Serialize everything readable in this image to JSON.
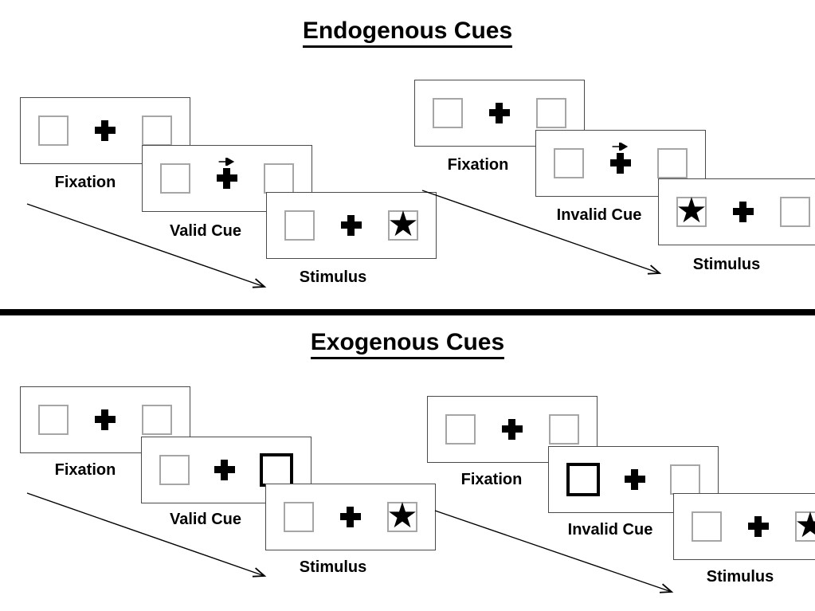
{
  "sections": [
    {
      "id": "endogenous",
      "title": "Endogenous Cues",
      "groups": [
        {
          "id": "valid",
          "cue_type": "central-arrow",
          "panels": [
            {
              "label": "Fixation",
              "content": "two empty boxes with central fixation cross"
            },
            {
              "label": "Valid Cue",
              "content": "rightward arrow above fixation cross"
            },
            {
              "label": "Stimulus",
              "content": "star target in right box"
            }
          ]
        },
        {
          "id": "invalid",
          "cue_type": "central-arrow",
          "panels": [
            {
              "label": "Fixation",
              "content": "two empty boxes with central fixation cross"
            },
            {
              "label": "Invalid Cue",
              "content": "rightward arrow above fixation cross"
            },
            {
              "label": "Stimulus",
              "content": "star target in left box"
            }
          ]
        }
      ]
    },
    {
      "id": "exogenous",
      "title": "Exogenous Cues",
      "groups": [
        {
          "id": "valid",
          "cue_type": "peripheral-box",
          "panels": [
            {
              "label": "Fixation",
              "content": "two empty boxes with central fixation cross"
            },
            {
              "label": "Valid Cue",
              "content": "right box highlighted bold"
            },
            {
              "label": "Stimulus",
              "content": "star target in right box"
            }
          ]
        },
        {
          "id": "invalid",
          "cue_type": "peripheral-box",
          "panels": [
            {
              "label": "Fixation",
              "content": "two empty boxes with central fixation cross"
            },
            {
              "label": "Invalid Cue",
              "content": "left box highlighted bold"
            },
            {
              "label": "Stimulus",
              "content": "star target in right box"
            }
          ]
        }
      ]
    }
  ],
  "glyphs": {
    "star": "★"
  },
  "colors": {
    "background": "#ffffff",
    "ink": "#000000",
    "panel_border": "#4a4a4a",
    "box_border": "#a6a6a6",
    "bold_box_border": "#000000",
    "divider": "#000000"
  }
}
